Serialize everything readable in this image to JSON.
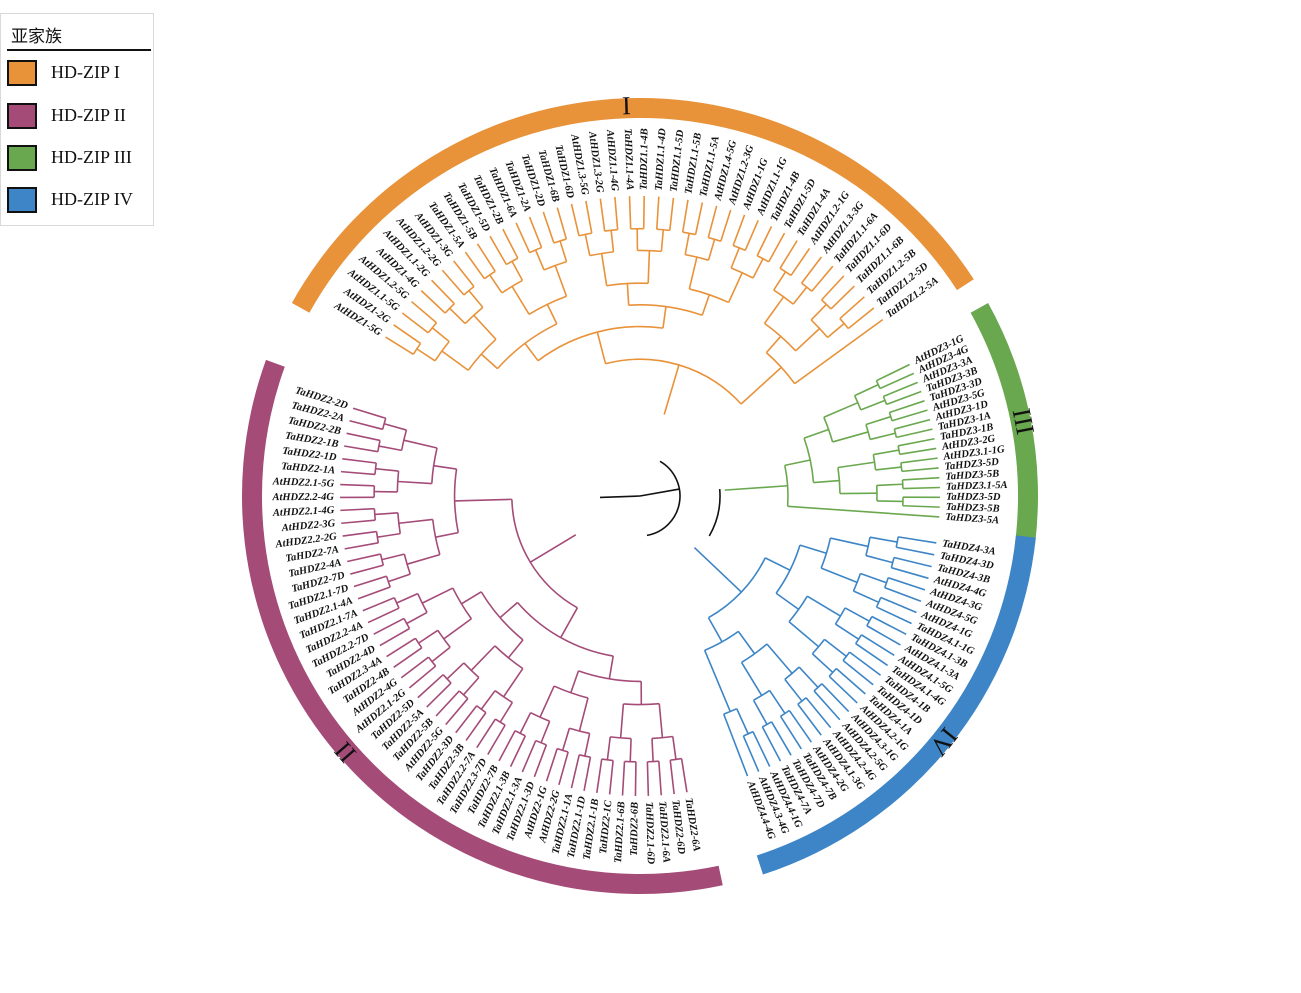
{
  "legend": {
    "title": "亚家族",
    "items": [
      {
        "label": "HD-ZIP I",
        "color": "#E8923A"
      },
      {
        "label": "HD-ZIP II",
        "color": "#A44B78"
      },
      {
        "label": "HD-ZIP III",
        "color": "#6AA84F"
      },
      {
        "label": "HD-ZIP IV",
        "color": "#3D85C6"
      }
    ]
  },
  "clades": [
    {
      "numeral": "I",
      "color": "#E8923A",
      "leaves": [
        "AtHDZ1-5G",
        "AtHDZ1-2G",
        "AtHDZ1.1-5G",
        "AtHDZ1.2-5G",
        "AtHDZ1-4G",
        "AtHDZ1.1-2G",
        "AtHDZ1.2-2G",
        "AtHDZ1-3G",
        "TaHDZ1-5A",
        "TaHDZ1-5B",
        "TaHDZ1-5D",
        "TaHDZ1-2B",
        "TaHDZ1-6A",
        "TaHDZ1-2A",
        "TaHDZ1-2D",
        "TaHDZ1-6B",
        "TaHDZ1-6D",
        "AtHDZ1.3-5G",
        "AtHDZ1.3-2G",
        "AtHDZ1.1-4G",
        "TaHDZ1.1-4A",
        "TaHDZ1.1-4B",
        "TaHDZ1.1-4D",
        "TaHDZ1.1-5D",
        "TaHDZ1.1-5B",
        "TaHDZ1.1-5A",
        "AtHDZ1.4-5G",
        "AtHDZ1.2-3G",
        "AtHDZ1-1G",
        "AtHDZ1.1-1G",
        "TaHDZ1-4B",
        "TaHDZ1-5D",
        "TaHDZ1-4A",
        "AtHDZ1.2-1G",
        "AtHDZ1.3-3G",
        "TaHDZ1.1-6A",
        "TaHDZ1.1-6D",
        "TaHDZ1.1-6B",
        "TaHDZ1.2-5B",
        "TaHDZ1.2-5D",
        "TaHDZ1.2-5A"
      ]
    },
    {
      "numeral": "III",
      "color": "#6AA84F",
      "leaves": [
        "AtHDZ3-1G",
        "AtHDZ3-4G",
        "AtHDZ3-3A",
        "TaHDZ3-3B",
        "TaHDZ3-3D",
        "AtHDZ3-5G",
        "AtHDZ3-1D",
        "TaHDZ3-1A",
        "TaHDZ3-1B",
        "AtHDZ3-2G",
        "AtHDZ3.1-1G",
        "TaHDZ3-5D",
        "TaHDZ3-5B",
        "TaHDZ3.1-5A",
        "TaHDZ3-5D",
        "TaHDZ3-5B",
        "TaHDZ3-5A"
      ]
    },
    {
      "numeral": "IV",
      "color": "#3D85C6",
      "leaves": [
        "TaHDZ4-3A",
        "TaHDZ4-3D",
        "TaHDZ4-3B",
        "AtHDZ4-4G",
        "AtHDZ4-3G",
        "AtHDZ4-5G",
        "AtHDZ4-1G",
        "TaHDZ4.1-1G",
        "TaHDZ4.1-3B",
        "AtHDZ4.1-3A",
        "AtHDZ4.1-5G",
        "TaHDZ4.1-4G",
        "TaHDZ4-1B",
        "TaHDZ4-1D",
        "TaHDZ4-1A",
        "AtHDZ4.2-1G",
        "AtHDZ4.3-1G",
        "AtHDZ4.2-5G",
        "AtHDZ4.2-4G",
        "AtHDZ4.1-3G",
        "AtHDZ4-2G",
        "TaHDZ4-7B",
        "TaHDZ4-7D",
        "TaHDZ4-7A",
        "AtHDZ4.4-1G",
        "AtHDZ4.3-4G",
        "AtHDZ4.4-4G"
      ]
    },
    {
      "numeral": "II",
      "color": "#A44B78",
      "leaves": [
        "TaHDZ2-6A",
        "TaHDZ2-6D",
        "TaHDZ2.1-6A",
        "TaHDZ2.1-6D",
        "TaHDZ2-6B",
        "TaHDZ2.1-6B",
        "TaHDZ2-1C",
        "TaHDZ2.1-1B",
        "TaHDZ2.1-1D",
        "TaHDZ2.1-1A",
        "AtHDZ2-2G",
        "AtHDZ2-1G",
        "TaHDZ2.1-3D",
        "TaHDZ2.1-3A",
        "TaHDZ2.1-3B",
        "TaHDZ2-7B",
        "TaHDZ2.3-7D",
        "TaHDZ2.2-7A",
        "TaHDZ2-3B",
        "TaHDZ2-3D",
        "AtHDZ2-5G",
        "TaHDZ2-5B",
        "TaHDZ2-5A",
        "TaHDZ2-5D",
        "AtHDZ2.1-2G",
        "AtHDZ2-4G",
        "TaHDZ2-4B",
        "TaHDZ2.3-4A",
        "TaHDZ2-4D",
        "TaHDZ2.2-7D",
        "TaHDZ2.2-4A",
        "TaHDZ2.1-7A",
        "TaHDZ2.1-4A",
        "TaHDZ2.1-7D",
        "TaHDZ2-7D",
        "TaHDZ2-4A",
        "TaHDZ2-7A",
        "AtHDZ2.2-2G",
        "AtHDZ2-3G",
        "AtHDZ2.1-4G",
        "AtHDZ2.2-4G",
        "AtHDZ2.1-5G",
        "TaHDZ2-1A",
        "TaHDZ2-1D",
        "TaHDZ2-1B",
        "TaHDZ2-2B",
        "TaHDZ2-2A",
        "TaHDZ2-2D"
      ]
    }
  ]
}
